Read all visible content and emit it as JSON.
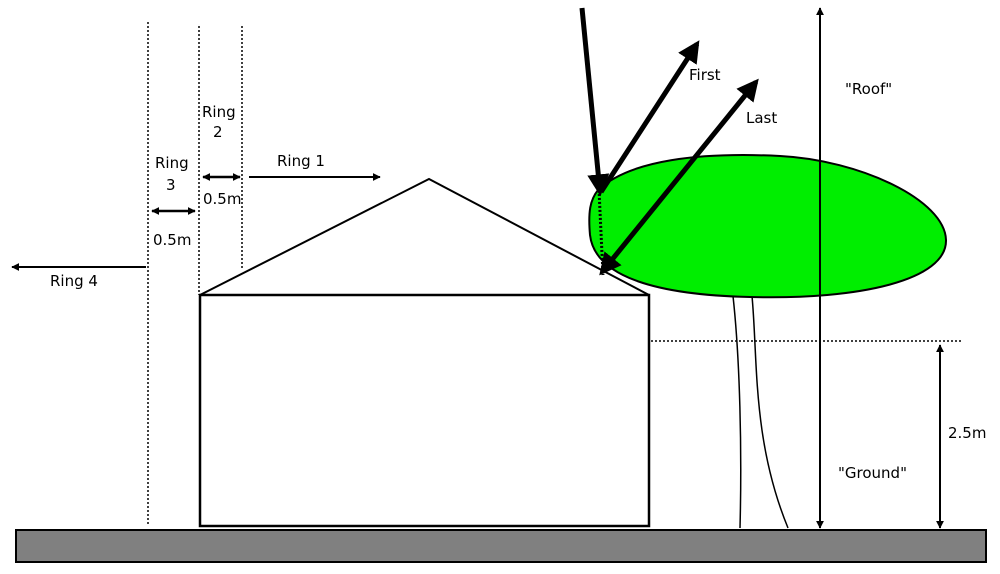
{
  "labels": {
    "ring1": "Ring 1",
    "ring2_line1": "Ring",
    "ring2_line2": "2",
    "ring3_line1": "Ring",
    "ring3_line2": "3",
    "ring4": "Ring 4",
    "ring2_width": "0.5m",
    "ring3_width": "0.5m",
    "first": "First",
    "last": "Last",
    "roof": "\"Roof\"",
    "ground": "\"Ground\"",
    "height": "2.5m"
  },
  "colors": {
    "ground_fill": "#808080",
    "canopy_fill": "#00ee00",
    "stroke": "#000000",
    "background": "#ffffff"
  }
}
